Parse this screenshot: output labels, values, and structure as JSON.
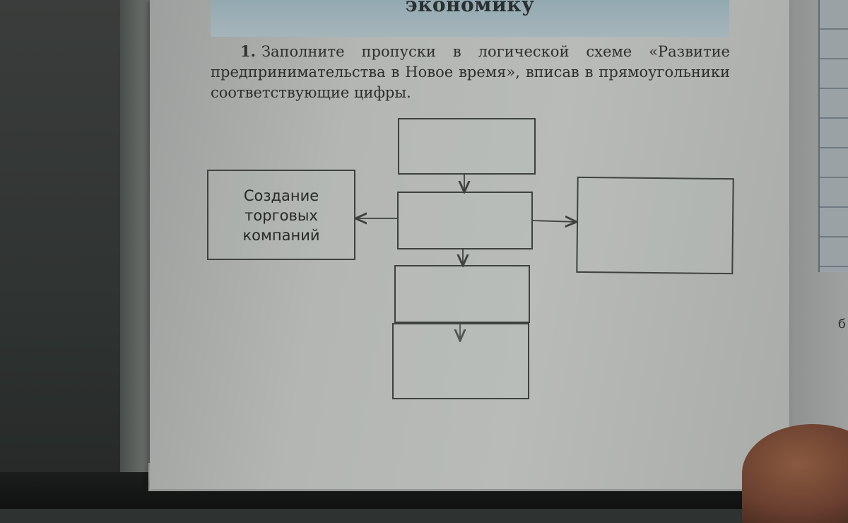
{
  "header": {
    "title": "экономику"
  },
  "task": {
    "number": "1.",
    "text": "Заполните пропуски в логической схеме «Развитие предпринимательства в Новое время», вписав в прямоугольники соответствующие цифры."
  },
  "diagram": {
    "boxes": [
      {
        "id": "top",
        "label": ""
      },
      {
        "id": "left",
        "label": "Создание торговых компаний"
      },
      {
        "id": "center",
        "label": ""
      },
      {
        "id": "right",
        "label": ""
      },
      {
        "id": "lower",
        "label": ""
      },
      {
        "id": "bottom",
        "label": ""
      }
    ],
    "edges": [
      {
        "from": "top",
        "to": "center"
      },
      {
        "from": "center",
        "to": "left"
      },
      {
        "from": "center",
        "to": "right"
      },
      {
        "from": "center",
        "to": "lower"
      },
      {
        "from": "lower",
        "to": "bottom"
      }
    ]
  },
  "side": {
    "right_letter": "б"
  }
}
